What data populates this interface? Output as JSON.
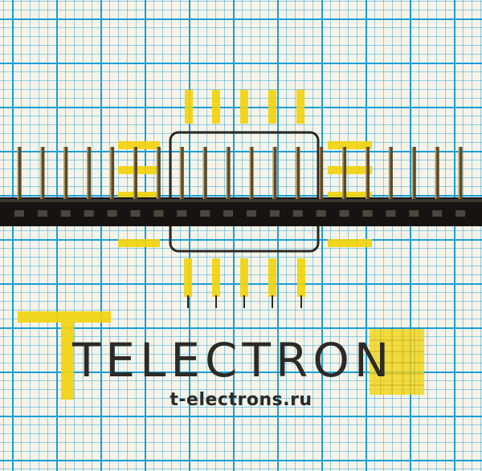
{
  "watermark": {
    "logo_text": "TELECTRON",
    "url": "t-electrons.ru"
  },
  "photo": {
    "subject": "pin-header-strip",
    "pin_count": 20
  },
  "colors": {
    "grid_major": "#1a9fd6",
    "grid_minor": "#6cc0e6",
    "paper": "#f6f3e8",
    "logo_yellow": "#f2d40f",
    "header_plastic": "#151412",
    "pin_metal": "#5a4a2a"
  }
}
